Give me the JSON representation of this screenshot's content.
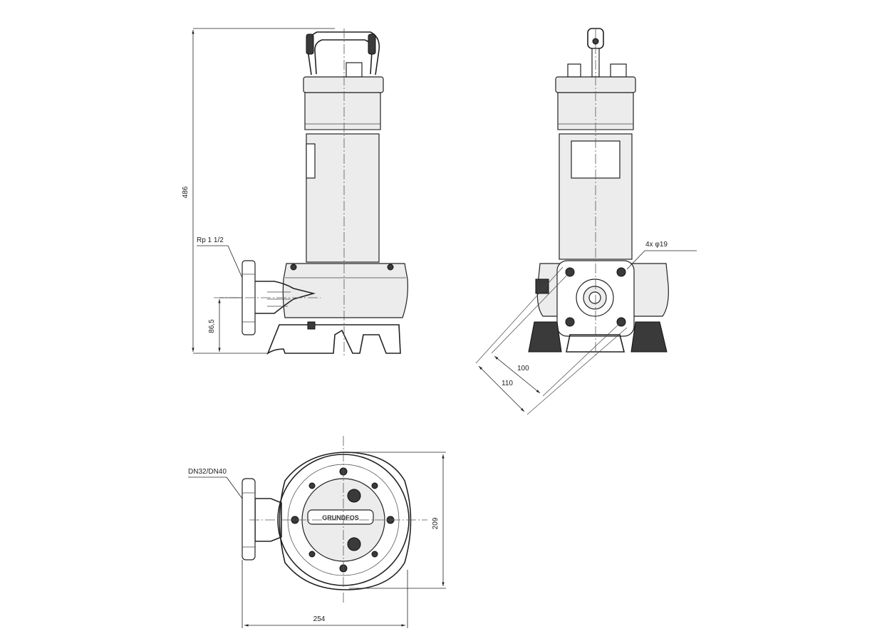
{
  "dimensions": {
    "overall_height": "486",
    "outlet_height": "86,5",
    "outlet_thread": "Rp 1 1/2",
    "bolt_holes": "4x φ19",
    "bolt_pitch_inner": "100",
    "bolt_pitch_outer": "110",
    "flange_label": "DN32/DN40",
    "body_width": "209",
    "overall_width": "254"
  },
  "logo_text": "GRUNDFOS",
  "colors": {
    "line": "#222222",
    "fill": "#ececec",
    "dark": "#3a3a3a"
  }
}
